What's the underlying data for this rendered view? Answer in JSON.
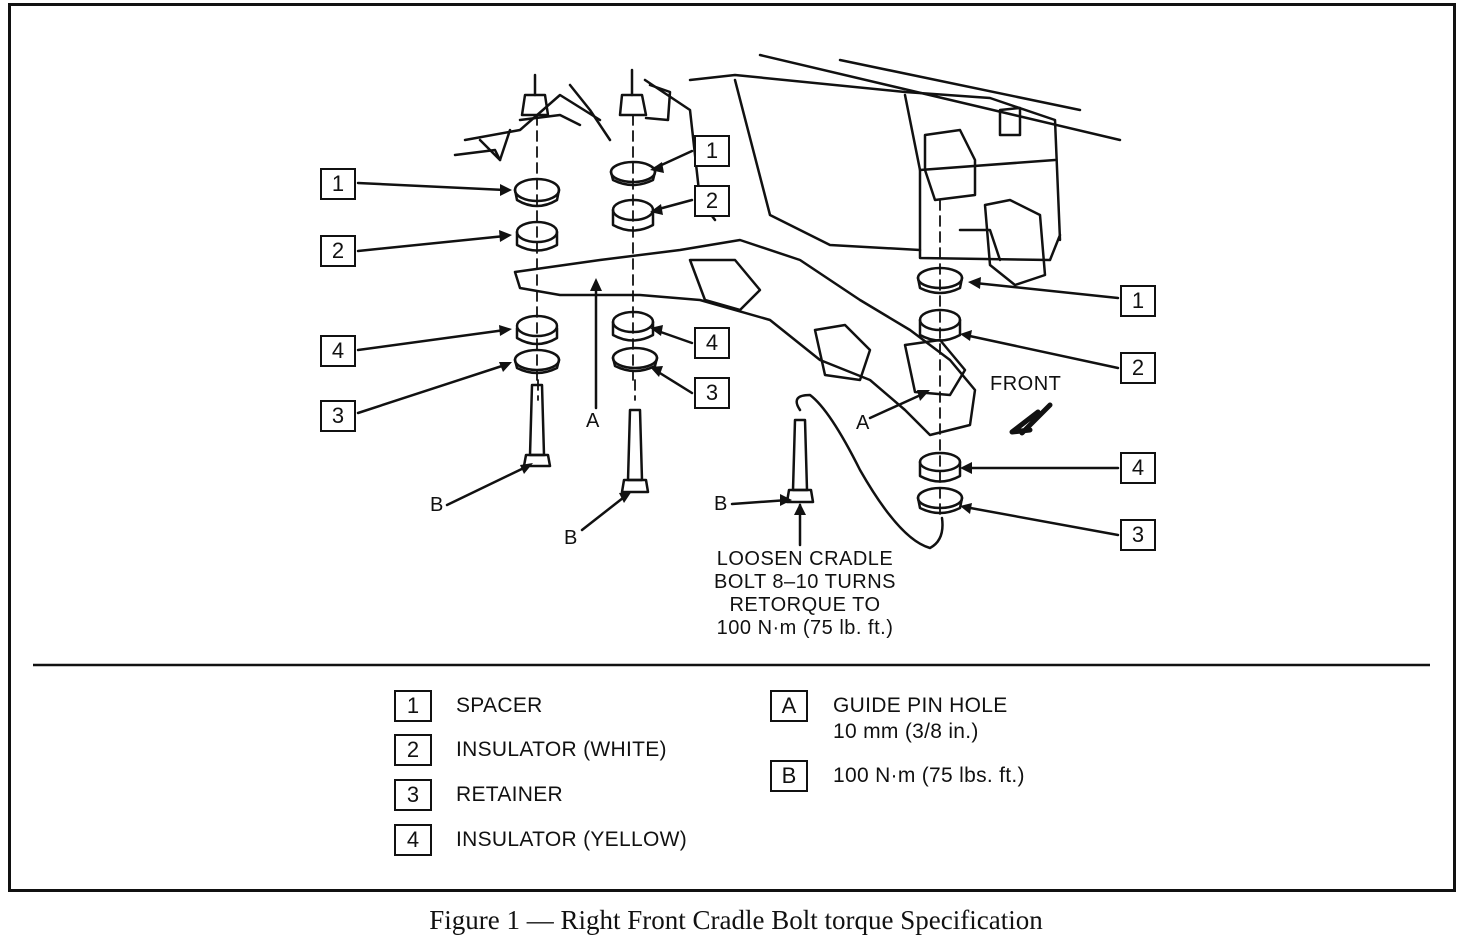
{
  "figure": {
    "caption": "Figure 1 — Right Front Cradle Bolt torque Specification"
  },
  "diagram": {
    "front_label": "FRONT",
    "callouts": [
      "1",
      "2",
      "4",
      "3",
      "1",
      "2",
      "4",
      "3",
      "1",
      "2",
      "4",
      "3"
    ],
    "letter_a": "A",
    "letter_b": "B",
    "note_lines": [
      "LOOSEN CRADLE",
      "BOLT 8–10 TURNS",
      "RETORQUE TO",
      "100 N·m (75 lb. ft.)"
    ]
  },
  "legend": {
    "items": [
      {
        "key": "1",
        "text": "SPACER"
      },
      {
        "key": "2",
        "text": "INSULATOR (WHITE)"
      },
      {
        "key": "3",
        "text": "RETAINER"
      },
      {
        "key": "4",
        "text": "INSULATOR (YELLOW)"
      },
      {
        "key": "A",
        "text": "GUIDE PIN HOLE",
        "sub": "10 mm (3/8 in.)"
      },
      {
        "key": "B",
        "text": "100 N·m (75 lbs. ft.)"
      }
    ]
  }
}
